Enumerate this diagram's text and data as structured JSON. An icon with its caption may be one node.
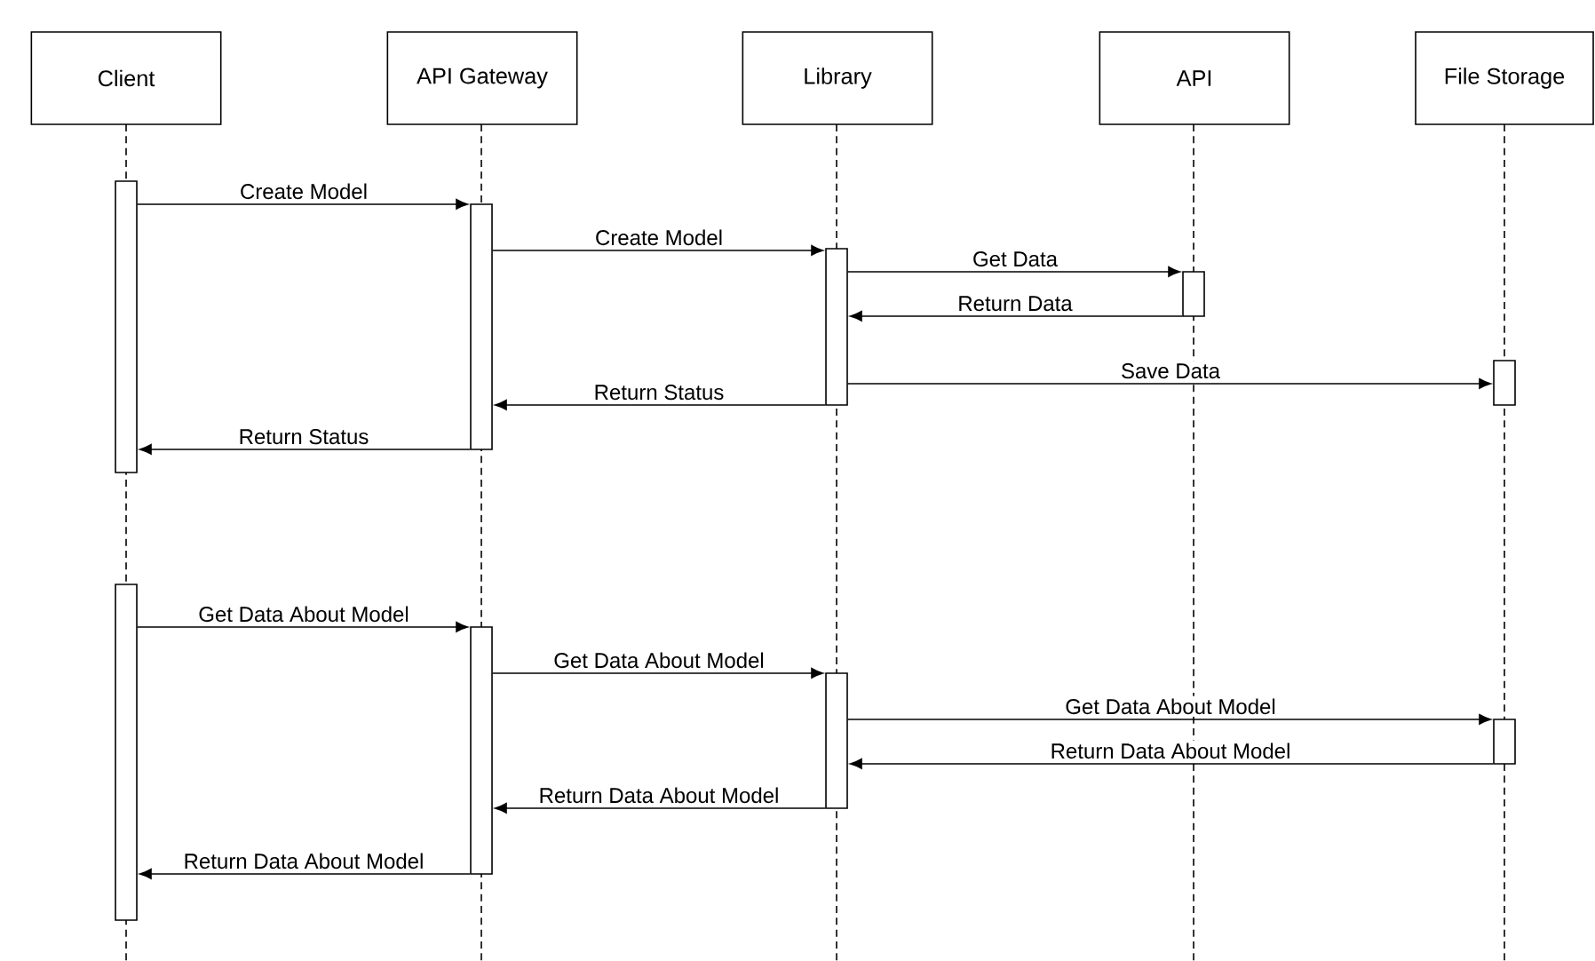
{
  "diagram": {
    "nodes": [
      {
        "text": [
          "Client"
        ]
      },
      {
        "text": [
          "API Gateway"
        ]
      },
      {
        "text": [
          "Library"
        ]
      },
      {
        "text": [
          "API"
        ]
      },
      {
        "text": [
          "File Storage"
        ]
      },
      {
        "text": [],
        "shape": "bar"
      },
      {
        "text": [],
        "shape": "bar"
      },
      {
        "text": [],
        "shape": "bar"
      },
      {
        "text": [],
        "shape": "bar"
      },
      {
        "text": [],
        "shape": "bar"
      },
      {
        "text": [],
        "shape": "bar"
      },
      {
        "text": [],
        "shape": "bar"
      },
      {
        "text": [],
        "shape": "bar"
      },
      {
        "text": [],
        "shape": "bar"
      }
    ],
    "edges": [
      {
        "from": 5,
        "to": 6,
        "arrow": "to",
        "label": "Create Model"
      },
      {
        "from": 6,
        "to": 7,
        "arrow": "to",
        "label": "Create Model"
      },
      {
        "from": 7,
        "to": 8,
        "arrow": "to",
        "label": "Get Data"
      },
      {
        "from": 8,
        "to": 7,
        "arrow": "to",
        "label": "Return Data"
      },
      {
        "from": 7,
        "to": 9,
        "arrow": "to",
        "label": "Save Data"
      },
      {
        "from": 7,
        "to": 6,
        "arrow": "to",
        "label": "Return Status"
      },
      {
        "from": 6,
        "to": 5,
        "arrow": "to",
        "label": "Return Status"
      },
      {
        "from": 10,
        "to": 11,
        "arrow": "to",
        "label": "Get Data About Model"
      },
      {
        "from": 11,
        "to": 12,
        "arrow": "to",
        "label": "Get Data About Model"
      },
      {
        "from": 12,
        "to": 13,
        "arrow": "to",
        "label": "Get Data About Model"
      },
      {
        "from": 13,
        "to": 12,
        "arrow": "to",
        "label": "Return Data About Model"
      },
      {
        "from": 12,
        "to": 11,
        "arrow": "to",
        "label": "Return Data About Model"
      },
      {
        "from": 11,
        "to": 10,
        "arrow": "to",
        "label": "Return Data About Model"
      }
    ]
  }
}
